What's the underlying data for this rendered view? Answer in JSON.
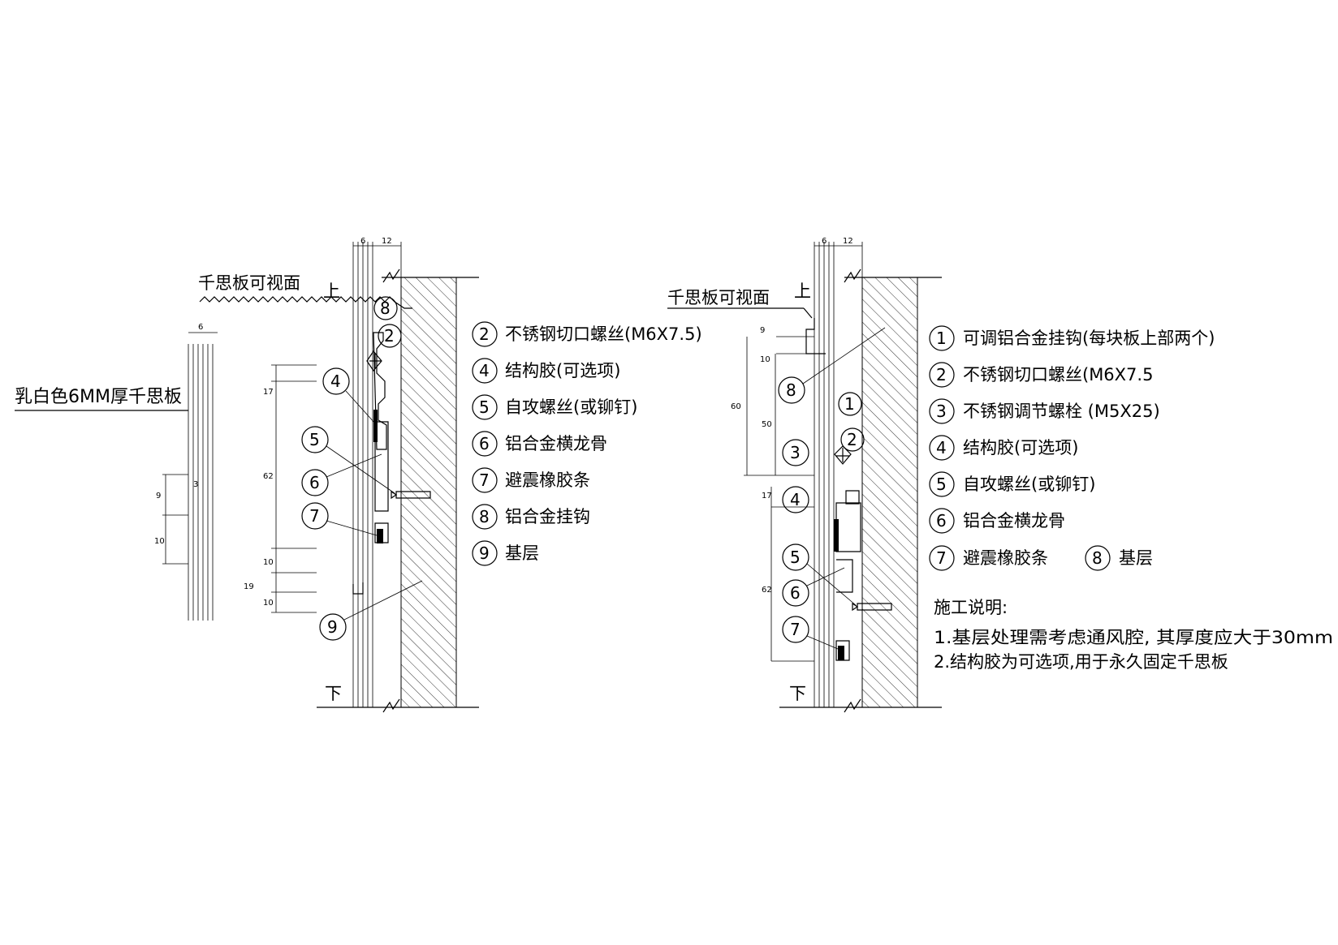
{
  "left_drawing": {
    "visible_face_label": "千思板可视面",
    "top_marker": "上",
    "bottom_marker": "下",
    "panel_label": "乳白色6MM厚千思板",
    "dims_top": [
      "6",
      "12"
    ],
    "dims_panel": [
      "6",
      "9",
      "3",
      "10"
    ],
    "dims_side": [
      "17",
      "62",
      "10",
      "19",
      "10"
    ],
    "callouts": [
      "8",
      "2",
      "4",
      "5",
      "6",
      "7",
      "9"
    ],
    "legend": [
      {
        "num": "2",
        "text": "不锈钢切口螺丝(M6X7.5)"
      },
      {
        "num": "4",
        "text": "结构胶(可选项)"
      },
      {
        "num": "5",
        "text": "自攻螺丝(或铆钉)"
      },
      {
        "num": "6",
        "text": "铝合金横龙骨"
      },
      {
        "num": "7",
        "text": "避震橡胶条"
      },
      {
        "num": "8",
        "text": "铝合金挂钩"
      },
      {
        "num": "9",
        "text": "基层"
      }
    ]
  },
  "right_drawing": {
    "visible_face_label": "千思板可视面",
    "top_marker": "上",
    "bottom_marker": "下",
    "dims_top": [
      "6",
      "12"
    ],
    "dims_side": [
      "9",
      "10",
      "60",
      "50",
      "17",
      "62"
    ],
    "callouts": [
      "8",
      "1",
      "2",
      "3",
      "4",
      "5",
      "6",
      "7"
    ],
    "legend": [
      {
        "num": "1",
        "text": "可调铝合金挂钩(每块板上部两个)"
      },
      {
        "num": "2",
        "text": "不锈钢切口螺丝(M6X7.5"
      },
      {
        "num": "3",
        "text": "不锈钢调节螺栓 (M5X25)"
      },
      {
        "num": "4",
        "text": "结构胶(可选项)"
      },
      {
        "num": "5",
        "text": "自攻螺丝(或铆钉)"
      },
      {
        "num": "6",
        "text": "铝合金横龙骨"
      },
      {
        "num": "7",
        "text": "避震橡胶条"
      },
      {
        "num": "8",
        "text": "基层"
      }
    ],
    "notes_title": "施工说明:",
    "notes": [
      "1.基层处理需考虑通风腔, 其厚度应大于30mm",
      "2.结构胶为可选项,用于永久固定千思板"
    ]
  }
}
